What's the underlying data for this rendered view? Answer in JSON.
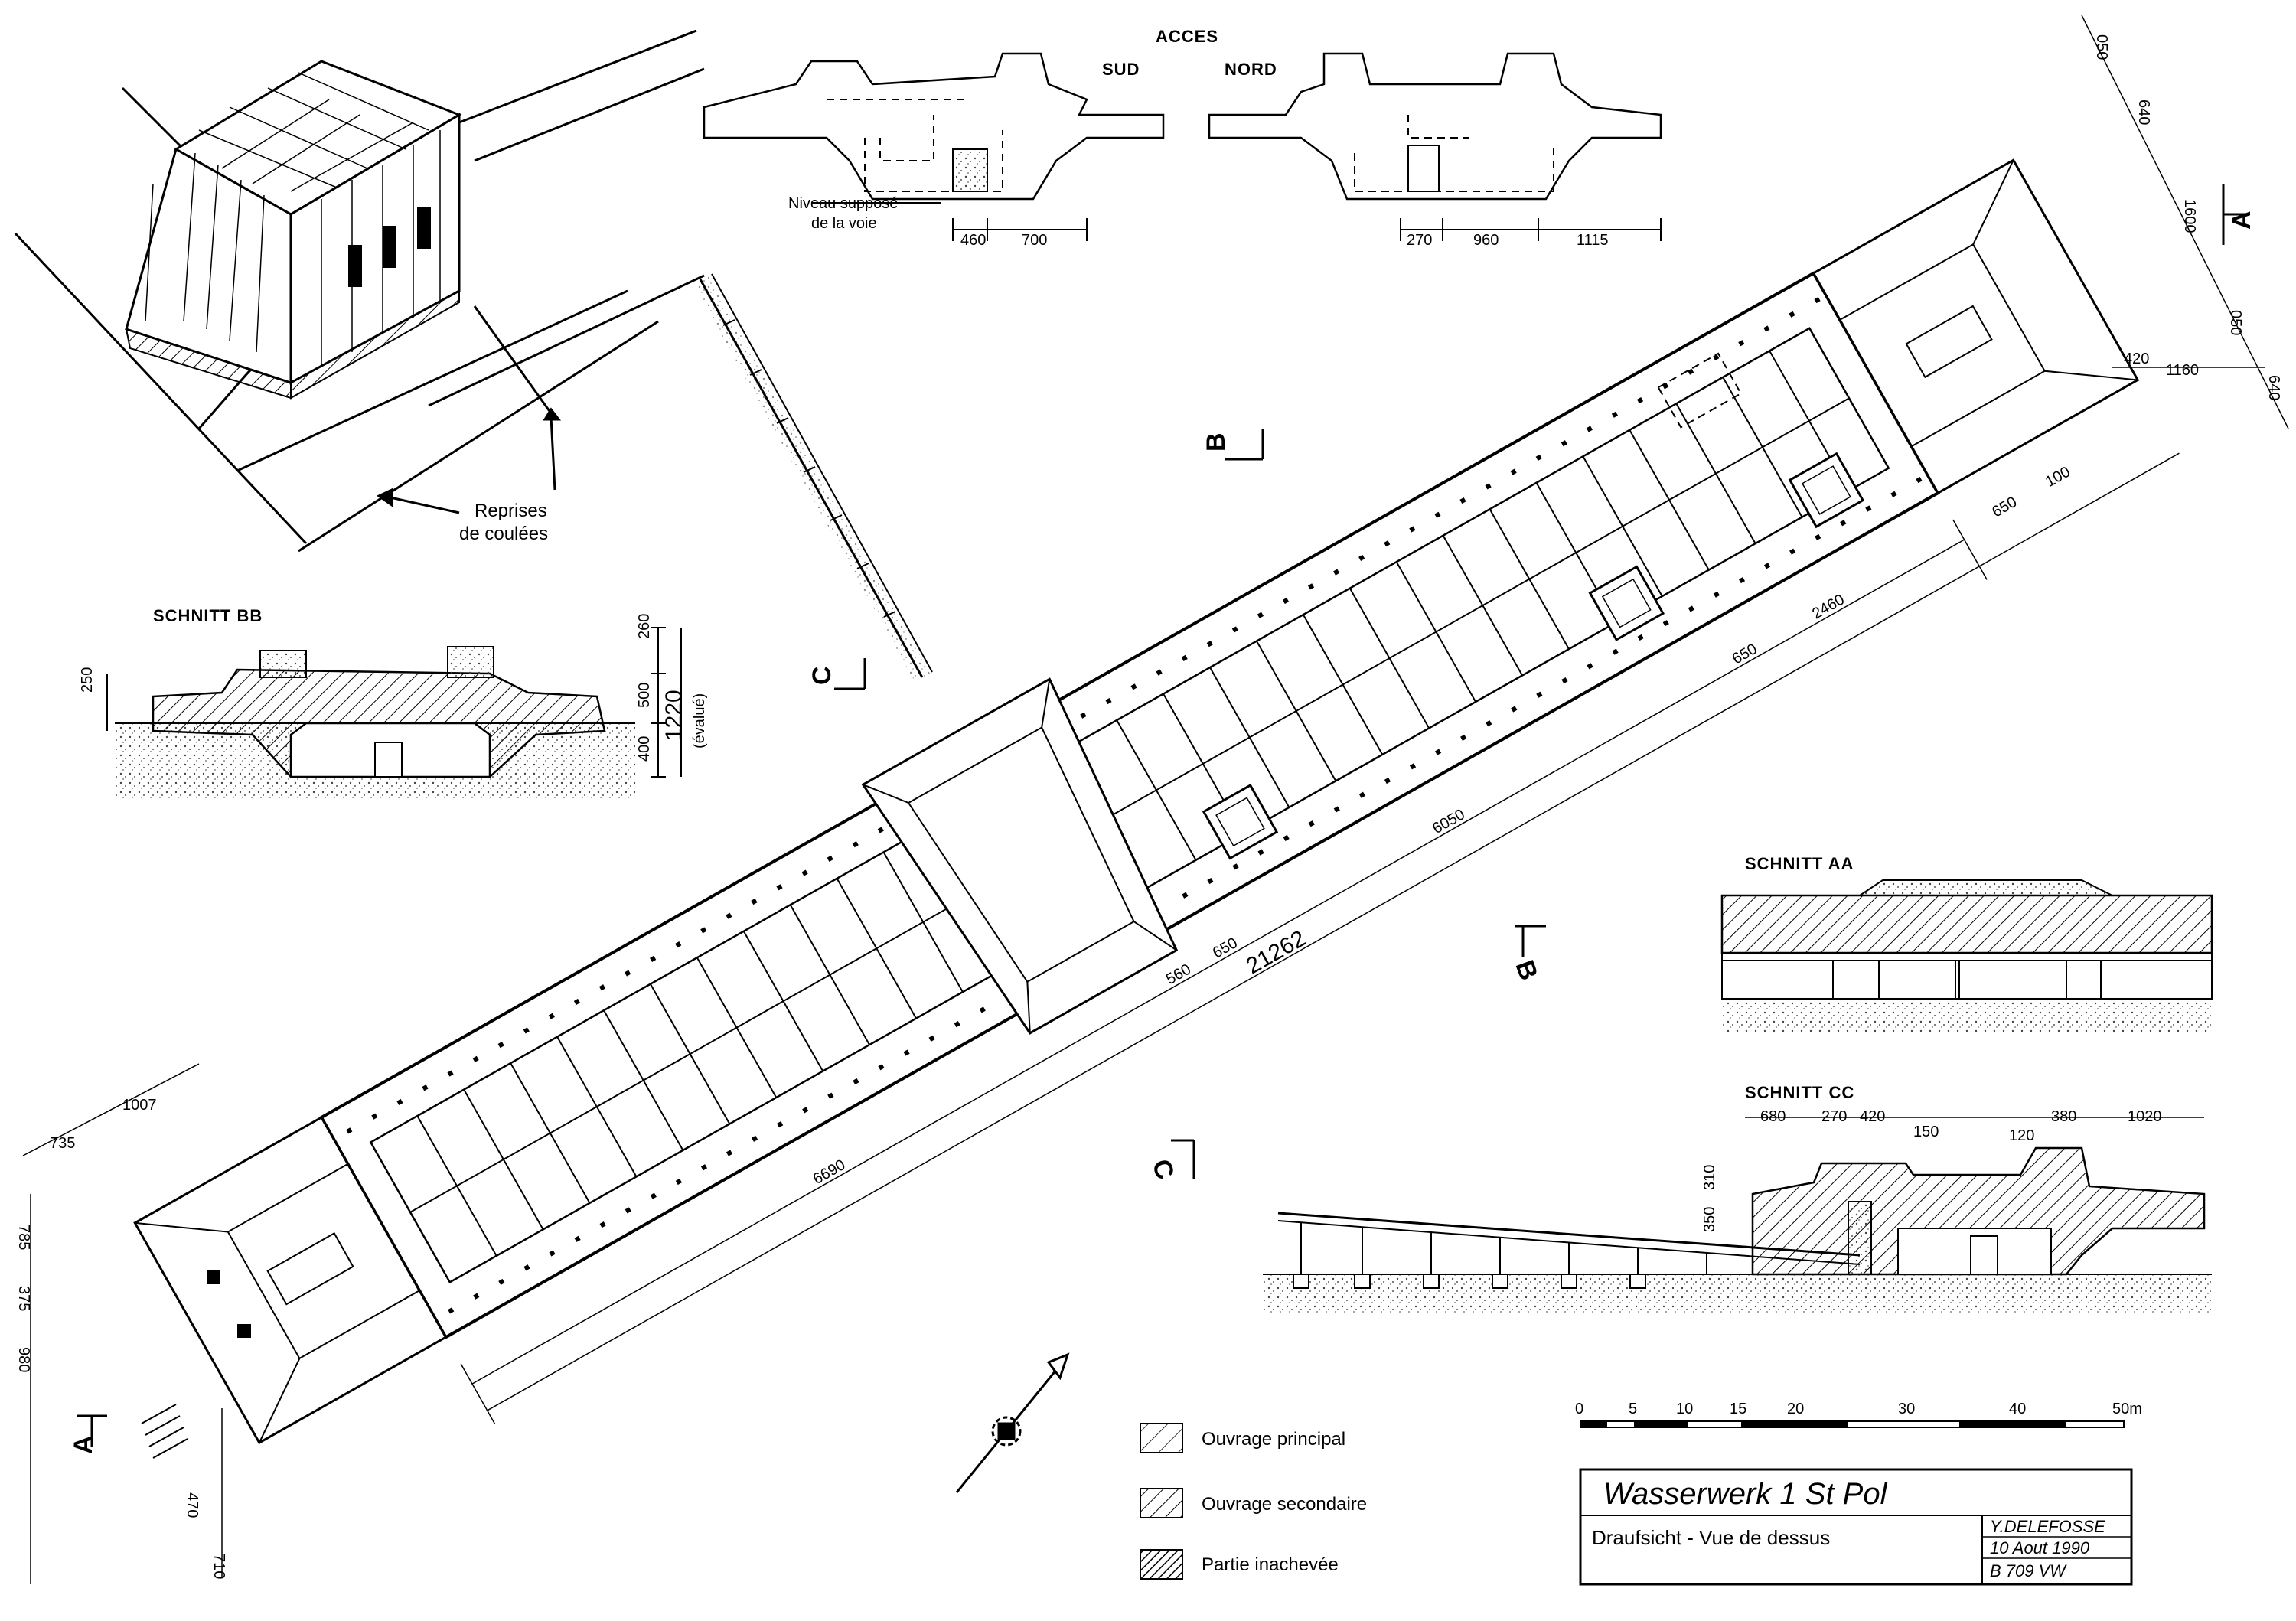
{
  "sheet": {
    "title": "Wasserwerk 1 St Pol",
    "subtitle": "Draufsicht - Vue de dessus",
    "author": "Y.DELEFOSSE",
    "date": "10 Aout 1990",
    "ref": "B 709 VW"
  },
  "iso": {
    "note_line1": "Reprises",
    "note_line2": "de coulées"
  },
  "acces": {
    "title": "ACCES",
    "sud": "SUD",
    "nord": "NORD",
    "note_line1": "Niveau supposé",
    "note_line2": "de la voie",
    "sud_dims": [
      "460",
      "700"
    ],
    "nord_dims": [
      "270",
      "960",
      "1115"
    ]
  },
  "schnitt_bb": {
    "title": "SCHNITT BB",
    "dims": [
      "250",
      "260",
      "500",
      "400"
    ],
    "height": "1220",
    "height_note": "(évalué)"
  },
  "schnitt_aa": {
    "title": "SCHNITT AA"
  },
  "schnitt_cc": {
    "title": "SCHNITT CC",
    "dims": [
      "680",
      "270",
      "420",
      "150",
      "120",
      "380",
      "1020",
      "350",
      "310"
    ]
  },
  "plan": {
    "section_marks": [
      "A",
      "A",
      "B",
      "B",
      "C",
      "C"
    ],
    "dims": {
      "total": "21262",
      "d6050": "6050",
      "d6690": "6690",
      "d2460": "2460",
      "d650a": "650",
      "d650b": "650",
      "d650c": "650",
      "d100": "100",
      "d560": "560",
      "d735": "735",
      "d1007": "1007",
      "d785": "785",
      "d375": "375",
      "d980": "980",
      "d470": "470",
      "d710": "710",
      "d420": "420",
      "d1160": "1160",
      "d050a": "050",
      "d640a": "640",
      "d1600": "1600",
      "d050b": "050",
      "d640b": "640"
    }
  },
  "legend": {
    "items": [
      "Ouvrage principal",
      "Ouvrage secondaire",
      "Partie inachevée"
    ]
  },
  "scale": {
    "ticks": [
      "0",
      "5",
      "10",
      "15",
      "20",
      "30",
      "40",
      "50m"
    ]
  }
}
